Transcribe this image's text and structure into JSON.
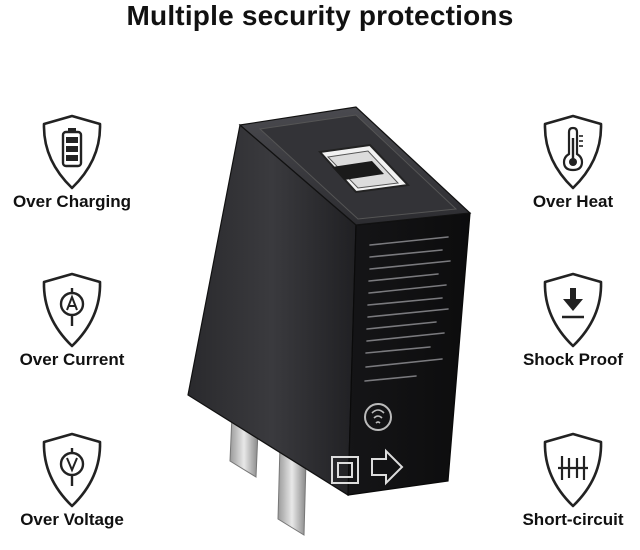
{
  "title": "Multiple security protections",
  "features_left": [
    {
      "label": "Over Charging",
      "icon": "battery-shield-icon"
    },
    {
      "label": "Over Current",
      "icon": "ammeter-shield-icon"
    },
    {
      "label": "Over Voltage",
      "icon": "voltmeter-shield-icon"
    }
  ],
  "features_right": [
    {
      "label": "Over Heat",
      "icon": "thermometer-shield-icon"
    },
    {
      "label": "Shock Proof",
      "icon": "down-arrow-shield-icon"
    },
    {
      "label": "Short-circuit",
      "icon": "circuit-shield-icon"
    }
  ],
  "product": {
    "name": "usb-wall-charger",
    "color": "#1c1c1e"
  },
  "colors": {
    "text": "#111111",
    "background": "#ffffff",
    "icon_stroke": "#222222"
  }
}
